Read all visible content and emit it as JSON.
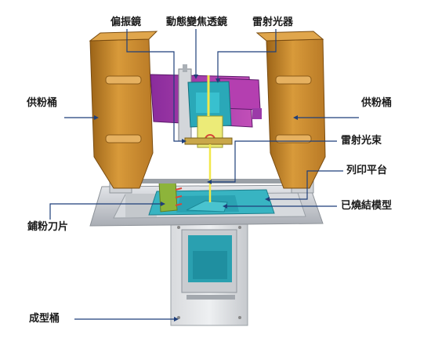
{
  "labels": {
    "polarizer": "偏振鏡",
    "dynamic_focus_lens": "動態變焦透鏡",
    "laser": "雷射光器",
    "powder_feed_left": "供粉桶",
    "powder_feed_right": "供粉桶",
    "laser_beam": "雷射光束",
    "build_platform": "列印平台",
    "sintered_model": "已燒結模型",
    "recoater_blade": "鋪粉刀片",
    "build_chamber": "成型桶"
  },
  "colors": {
    "hopper": "#c98a2e",
    "laser_unit": "#a23fae",
    "optics": "#2aa8b8",
    "beam": "#f2e84a",
    "frame": "#b9bcc2",
    "recoater": "#8db43a",
    "leader": "#1f3f7a"
  }
}
